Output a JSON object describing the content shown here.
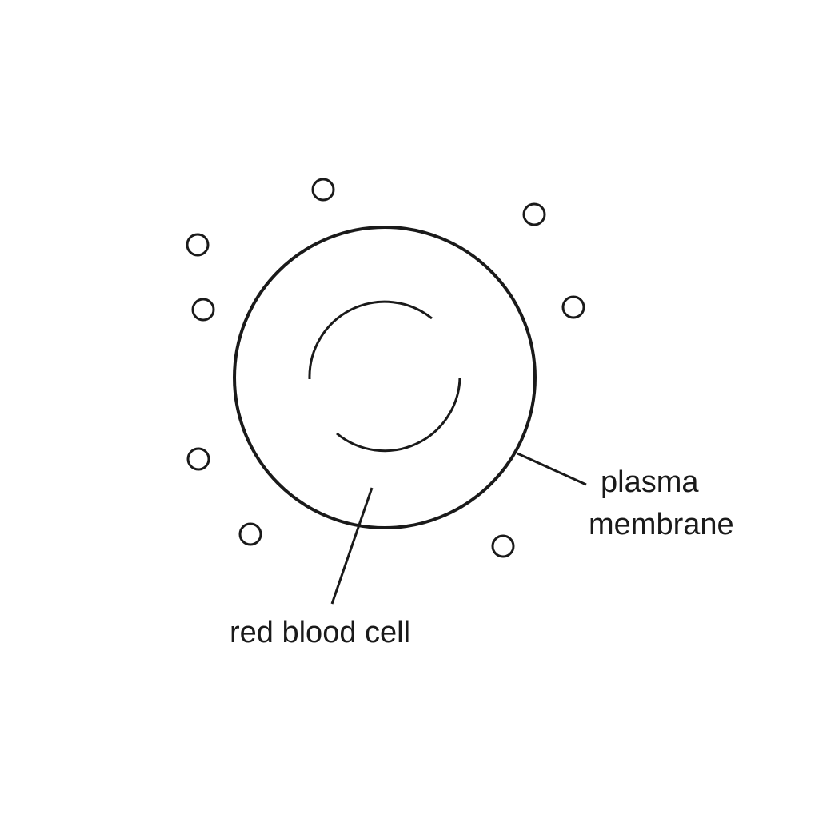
{
  "diagram": {
    "labels": {
      "plasma_line1": "plasma",
      "plasma_line2": "membrane",
      "red_blood_cell": "red blood cell"
    },
    "colors": {
      "stroke": "#1a1a1a",
      "background": "#ffffff"
    }
  }
}
